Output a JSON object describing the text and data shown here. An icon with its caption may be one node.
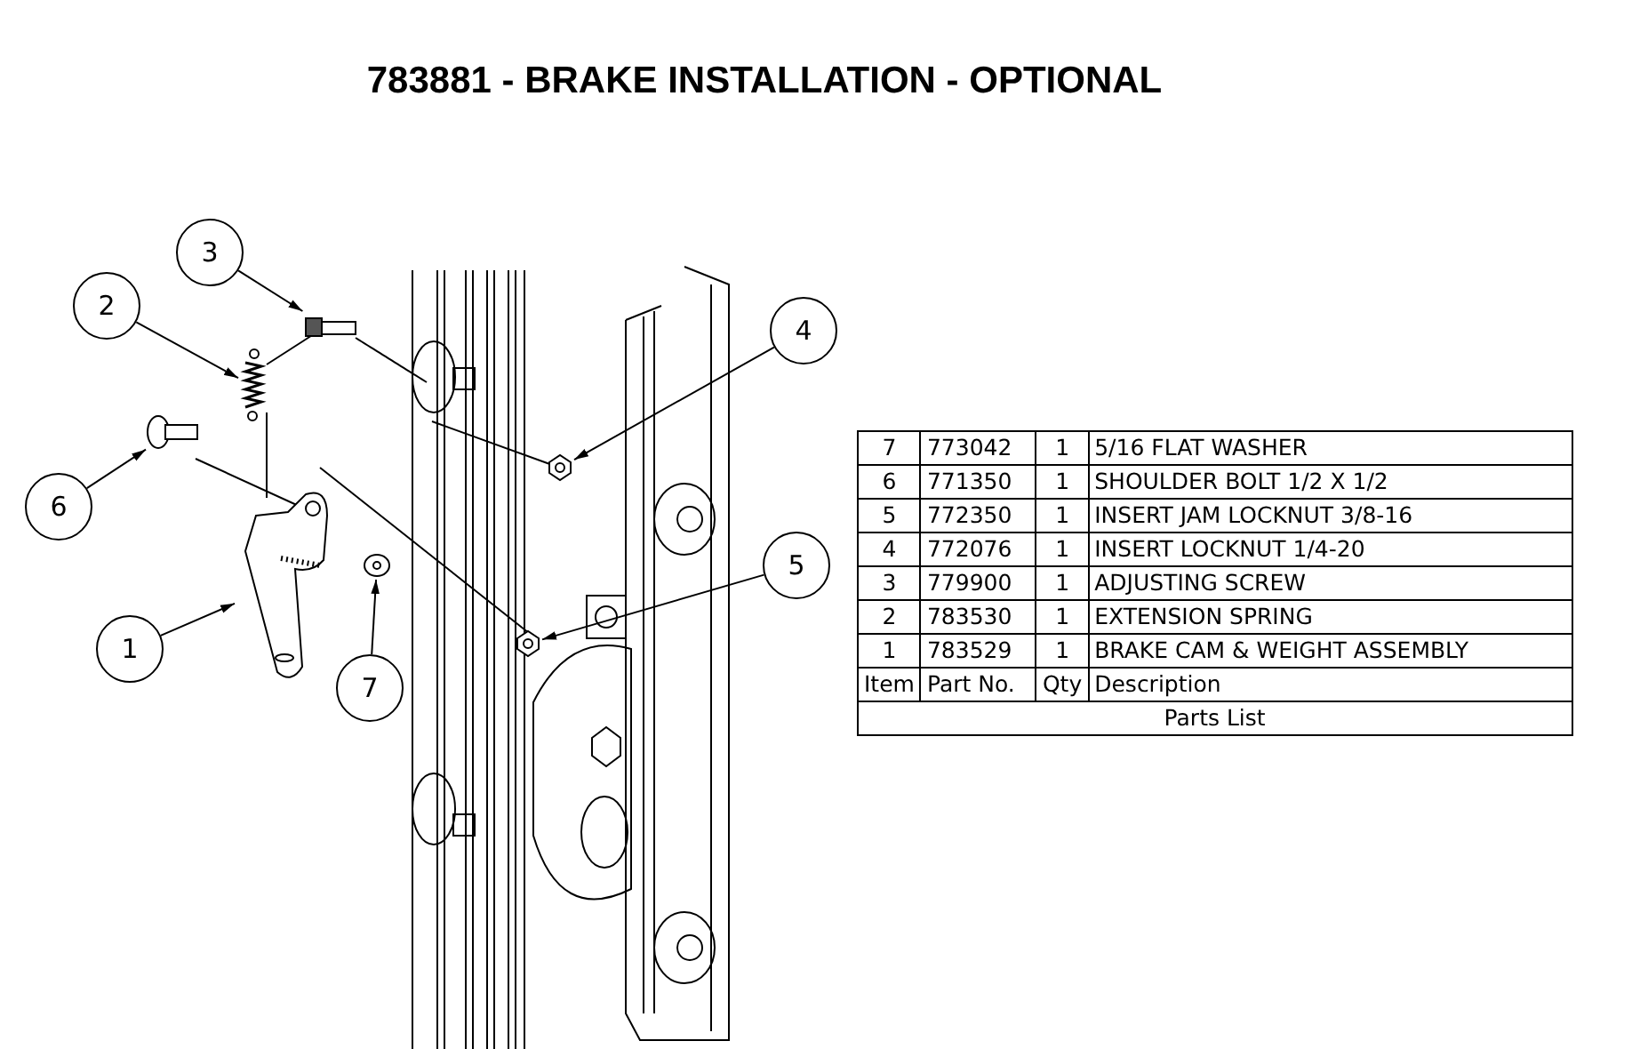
{
  "diagram": {
    "title": "783881 - BRAKE INSTALLATION - OPTIONAL",
    "nodes": [
      {
        "text": [
          "3"
        ]
      },
      {
        "text": [
          "2"
        ]
      },
      {
        "text": [
          "4"
        ]
      },
      {
        "text": [
          "6"
        ]
      },
      {
        "text": [
          "5"
        ]
      },
      {
        "text": [
          "1"
        ]
      },
      {
        "text": [
          "7"
        ]
      },
      {
        "text": [],
        "shape": "picture"
      },
      {
        "text": [],
        "shape": "picture"
      },
      {
        "text": [],
        "shape": "picture"
      },
      {
        "text": [],
        "shape": "picture"
      },
      {
        "text": [],
        "shape": "picture"
      },
      {
        "text": [],
        "shape": "picture"
      },
      {
        "text": [],
        "shape": "picture"
      }
    ],
    "edges": [
      {
        "from": 0,
        "to": 10,
        "arrow": "to"
      },
      {
        "from": 1,
        "to": 9,
        "arrow": "to"
      },
      {
        "from": 2,
        "to": 13,
        "arrow": "to"
      },
      {
        "from": 3,
        "to": 7,
        "arrow": "to"
      },
      {
        "from": 4,
        "to": 12,
        "arrow": "to"
      },
      {
        "from": 5,
        "to": 8,
        "arrow": "to"
      },
      {
        "from": 6,
        "to": 11,
        "arrow": "to"
      }
    ],
    "labels": [
      "7",
      "773042",
      "1",
      "5/16 FLAT WASHER",
      "6",
      "771350",
      "1",
      "SHOULDER BOLT 1/2 X 1/2",
      "5",
      "772350",
      "1",
      "INSERT JAM LOCKNUT 3/8-16",
      "4",
      "772076",
      "1",
      "INSERT LOCKNUT 1/4-20",
      "3",
      "779900",
      "1",
      "ADJUSTING SCREW",
      "2",
      "783530",
      "1",
      "EXTENSION SPRING",
      "1",
      "783529",
      "1",
      "BRAKE CAM & WEIGHT ASSEMBLY",
      "Item",
      "Part No.",
      "Qty",
      "Description",
      "Parts List"
    ]
  }
}
